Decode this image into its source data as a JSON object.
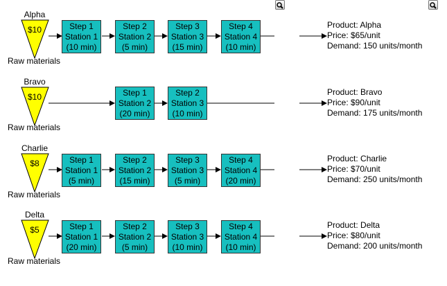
{
  "rows": [
    {
      "product_name": "Alpha",
      "price_tag": "$10",
      "raw_label": "Raw materials",
      "steps": [
        {
          "step": "Step 1",
          "station": "Station 1",
          "time": "(10 min)"
        },
        {
          "step": "Step 2",
          "station": "Station 2",
          "time": "(5 min)"
        },
        {
          "step": "Step 3",
          "station": "Station 3",
          "time": "(15 min)"
        },
        {
          "step": "Step 4",
          "station": "Station 4",
          "time": "(10 min)"
        }
      ],
      "info": [
        "Product: Alpha",
        "Price: $65/unit",
        "Demand: 150 units/month"
      ]
    },
    {
      "product_name": "Bravo",
      "price_tag": "$10",
      "raw_label": "Raw materials",
      "steps": [
        {
          "step": "Step 1",
          "station": "Station 2",
          "time": "(20 min)"
        },
        {
          "step": "Step 2",
          "station": "Station 3",
          "time": "(10 min)"
        }
      ],
      "info": [
        "Product: Bravo",
        "Price: $90/unit",
        "Demand: 175 units/month"
      ]
    },
    {
      "product_name": "Charlie",
      "price_tag": "$8",
      "raw_label": "Raw materials",
      "steps": [
        {
          "step": "Step 1",
          "station": "Station 1",
          "time": "(5 min)"
        },
        {
          "step": "Step 2",
          "station": "Station 2",
          "time": "(15 min)"
        },
        {
          "step": "Step 3",
          "station": "Station 3",
          "time": "(5 min)"
        },
        {
          "step": "Step 4",
          "station": "Station 4",
          "time": "(20 min)"
        }
      ],
      "info": [
        "Product: Charlie",
        "Price: $70/unit",
        "Demand: 250 units/month"
      ]
    },
    {
      "product_name": "Delta",
      "price_tag": "$5",
      "raw_label": "Raw materials",
      "steps": [
        {
          "step": "Step 1",
          "station": "Station 1",
          "time": "(20 min)"
        },
        {
          "step": "Step 2",
          "station": "Station 2",
          "time": "(5 min)"
        },
        {
          "step": "Step 3",
          "station": "Station 3",
          "time": "(10 min)"
        },
        {
          "step": "Step 4",
          "station": "Station 4",
          "time": "(10 min)"
        }
      ],
      "info": [
        "Product: Delta",
        "Price: $80/unit",
        "Demand: 200 units/month"
      ]
    }
  ],
  "icons": {
    "zoom_left": "zoom-icon",
    "zoom_right": "zoom-icon"
  },
  "colors": {
    "raw_triangle": "#FFFF00",
    "step_box": "#17BFBF"
  }
}
